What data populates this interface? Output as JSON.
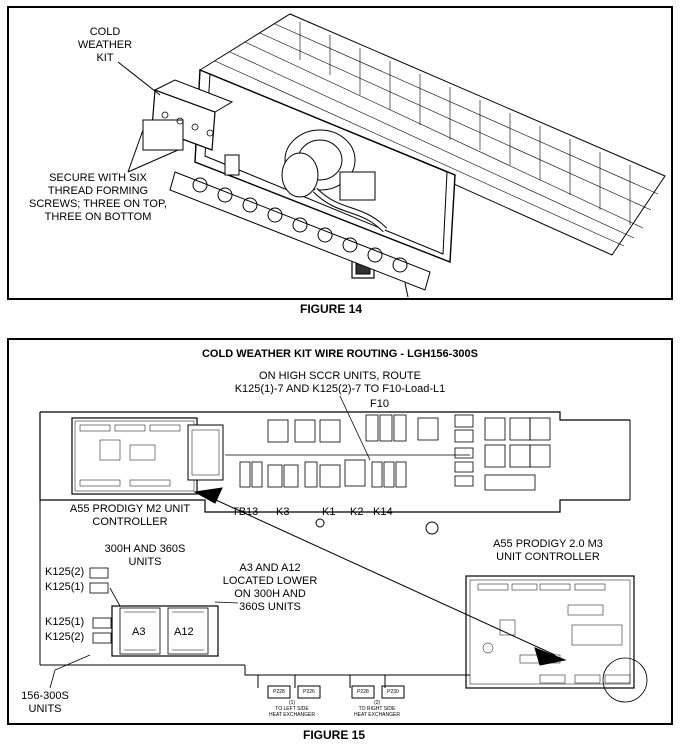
{
  "figure14": {
    "caption": "FIGURE 14",
    "kit_label": [
      "COLD",
      "WEATHER",
      "KIT"
    ],
    "secure_note": [
      "SECURE WITH SIX",
      "THREAD FORMING",
      "SCREWS; THREE ON TOP,",
      "THREE ON BOTTOM"
    ]
  },
  "figure15": {
    "caption": "FIGURE 15",
    "title": "COLD WEATHER KIT WIRE ROUTING - LGH156-300S",
    "route_note": [
      "ON HIGH SCCR UNITS, ROUTE",
      "K125(1)-7 AND K125(2)-7 TO F10-Load-L1"
    ],
    "f10": "F10",
    "a55_m2": [
      "A55 PRODIGY M2 UNIT",
      "CONTROLLER"
    ],
    "relays": [
      "TB13",
      "K3",
      "K1",
      "K2",
      "K14"
    ],
    "a55_m3": [
      "A55 PRODIGY 2.0 M3",
      "UNIT CONTROLLER"
    ],
    "units_300": [
      "300H AND 360S",
      "UNITS"
    ],
    "k125_top": [
      "K125(2)",
      "K125(1)"
    ],
    "a3_a12_note": [
      "A3 AND A12",
      "LOCATED LOWER",
      "ON 300H AND",
      "360S UNITS"
    ],
    "k125_bottom": [
      "K125(1)",
      "K125(2)"
    ],
    "boards": [
      "A3",
      "A12"
    ],
    "units_156": [
      "156-300S",
      "UNITS"
    ],
    "plugs": [
      "P228",
      "P226",
      "P228",
      "P230"
    ],
    "plug_notes": {
      "left": [
        "(1)",
        "TO LEFT SIDE",
        "HEAT EXCHANGER"
      ],
      "right": [
        "(2)",
        "TO RIGHT SIDE",
        "HEAT EXCHANGER"
      ]
    }
  }
}
